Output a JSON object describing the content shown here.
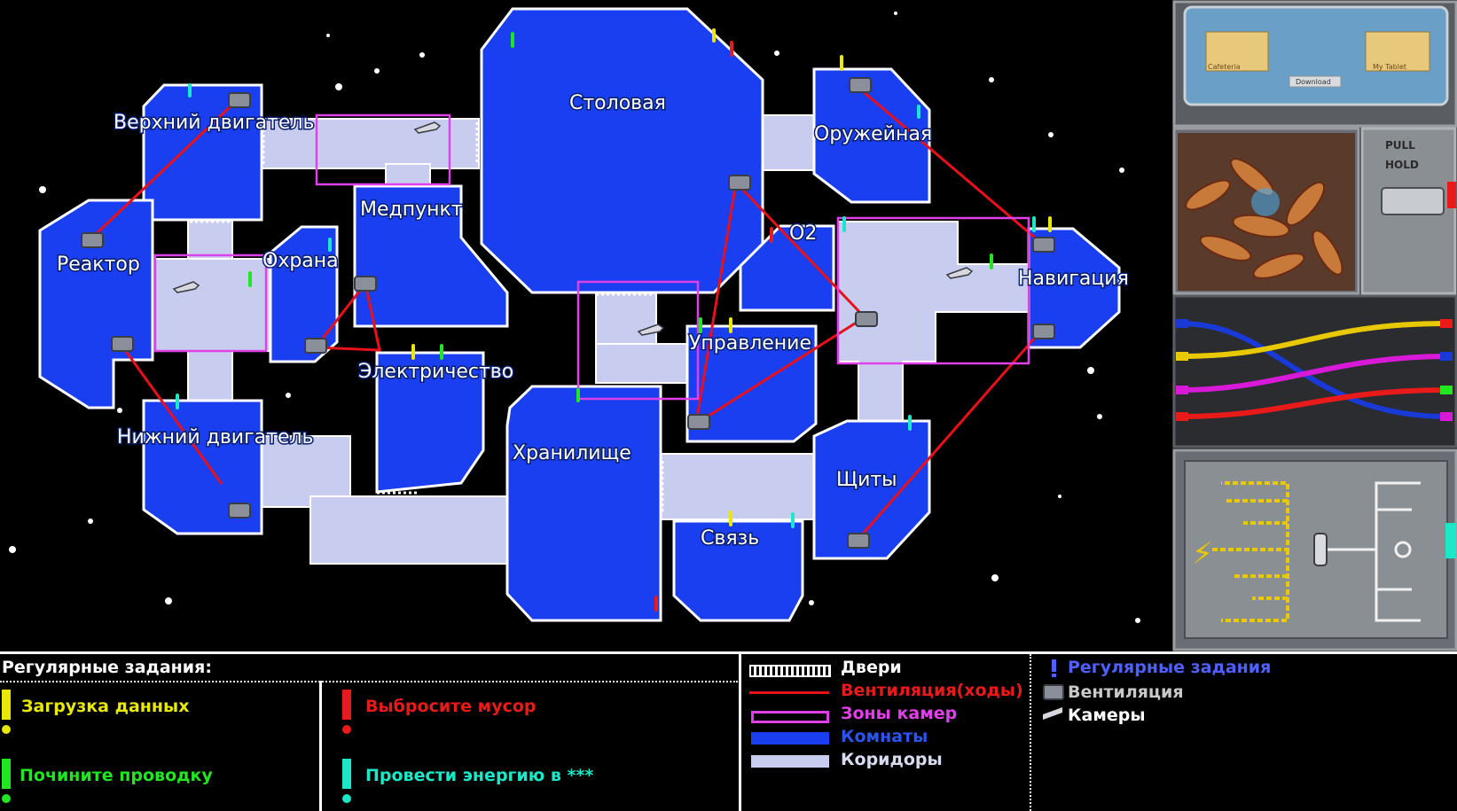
{
  "rooms": {
    "upper_engine": "Верхний двигатель",
    "reactor": "Реактор",
    "security": "Охрана",
    "medbay": "Медпункт",
    "cafeteria": "Столовая",
    "weapons": "Оружейная",
    "o2": "O2",
    "navigation": "Навигация",
    "admin": "Управление",
    "electrical": "Электричество",
    "lower_engine": "Нижний двигатель",
    "storage": "Хранилище",
    "shields": "Щиты",
    "communications": "Связь"
  },
  "tablet": {
    "folder_left": "Cafeteria",
    "folder_right": "My Tablet",
    "progress_label": "Download"
  },
  "chute": {
    "label_line1": "PULL",
    "label_line2": "HOLD"
  },
  "legend": {
    "heading": "Регулярные задания:",
    "tasks": {
      "download": "Загрузка данных",
      "fix_wiring": "Почините проводку",
      "empty_garbage": "Выбросите мусор",
      "divert_power": "Провести энергию в ***"
    },
    "key": {
      "doors": "Двери",
      "vents_route": "Вентиляция(ходы)",
      "camera_zones": "Зоны камер",
      "rooms": "Комнаты",
      "corridors": "Коридоры",
      "regular_tasks": "Регулярные задания",
      "vents": "Вентиляция",
      "cameras": "Камеры"
    }
  },
  "colors": {
    "room": "#1a3ff0",
    "corridor": "#c8cdf0",
    "vent_route": "#e8101a",
    "camera_zone": "#e040e8",
    "task_yellow": "#e8e800",
    "task_green": "#22e622",
    "task_red": "#e81a1a",
    "task_cyan": "#1ae8c8",
    "legend_task_blue": "#5060ff"
  },
  "icons": {
    "vent": "vent-icon",
    "camera": "camera-icon",
    "task_marker": "exclamation-icon",
    "power": "lightning-icon"
  }
}
